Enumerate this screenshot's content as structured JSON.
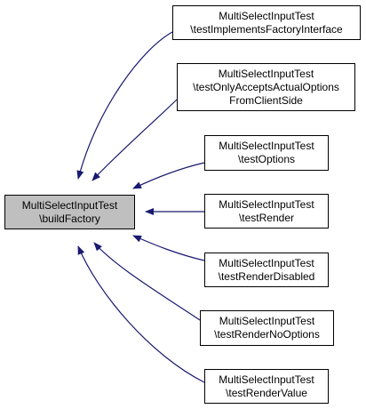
{
  "diagram": {
    "focus_node": {
      "id": "build",
      "lines": [
        "MultiSelectInputTest",
        "\\buildFactory"
      ]
    },
    "caller_nodes": [
      {
        "id": "c1",
        "lines": [
          "MultiSelectInputTest",
          "\\testImplementsFactoryInterface"
        ]
      },
      {
        "id": "c2",
        "lines": [
          "MultiSelectInputTest",
          "\\testOnlyAcceptsActualOptions",
          "FromClientSide"
        ]
      },
      {
        "id": "c3",
        "lines": [
          "MultiSelectInputTest",
          "\\testOptions"
        ]
      },
      {
        "id": "c4",
        "lines": [
          "MultiSelectInputTest",
          "\\testRender"
        ]
      },
      {
        "id": "c5",
        "lines": [
          "MultiSelectInputTest",
          "\\testRenderDisabled"
        ]
      },
      {
        "id": "c6",
        "lines": [
          "MultiSelectInputTest",
          "\\testRenderNoOptions"
        ]
      },
      {
        "id": "c7",
        "lines": [
          "MultiSelectInputTest",
          "\\testRenderValue"
        ]
      }
    ],
    "edges": [
      {
        "from": "c1",
        "to": "build"
      },
      {
        "from": "c2",
        "to": "build"
      },
      {
        "from": "c3",
        "to": "build"
      },
      {
        "from": "c4",
        "to": "build"
      },
      {
        "from": "c5",
        "to": "build"
      },
      {
        "from": "c6",
        "to": "build"
      },
      {
        "from": "c7",
        "to": "build"
      }
    ],
    "colors": {
      "edge": "#191970",
      "focus_fill": "#bfbfbf",
      "node_fill": "#ffffff",
      "node_border": "#000000"
    }
  }
}
